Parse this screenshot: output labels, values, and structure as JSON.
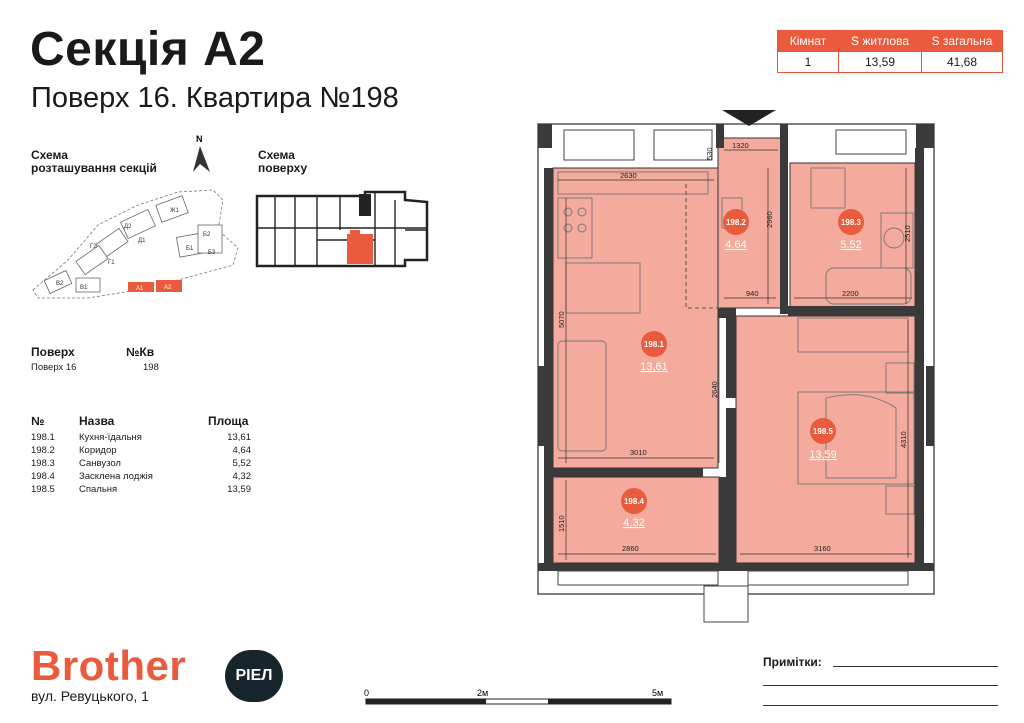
{
  "header": {
    "title": "Секція А2",
    "subtitle": "Поверх 16. Квартира №198"
  },
  "summary": {
    "headers": [
      "Кімнат",
      "S житлова",
      "S загальна"
    ],
    "values": [
      "1",
      "13,59",
      "41,68"
    ]
  },
  "schemes": {
    "sections_label_line1": "Схема",
    "sections_label_line2": "розташування секцій",
    "floor_label_line1": "Схема",
    "floor_label_line2": "поверху",
    "north": "N",
    "section_tags": [
      "Ж1",
      "Д2",
      "Д1",
      "Г2",
      "Г1",
      "Б1",
      "Б2",
      "Б3",
      "В2",
      "В1",
      "А1",
      "А2"
    ]
  },
  "floor_info": {
    "floor_header": "Поверх",
    "apt_header": "№Кв",
    "floor_value": "Поверх 16",
    "apt_value": "198"
  },
  "rooms_table": {
    "headers": [
      "№",
      "Назва",
      "Площа"
    ],
    "rows": [
      {
        "no": "198.1",
        "name": "Кухня-їдальня",
        "area": "13,61"
      },
      {
        "no": "198.2",
        "name": "Коридор",
        "area": "4,64"
      },
      {
        "no": "198.3",
        "name": "Санвузол",
        "area": "5,52"
      },
      {
        "no": "198.4",
        "name": "Засклена лоджія",
        "area": "4,32"
      },
      {
        "no": "198.5",
        "name": "Спальня",
        "area": "13,59"
      }
    ]
  },
  "plan": {
    "rooms": [
      {
        "no": "198.1",
        "area": "13,61"
      },
      {
        "no": "198.2",
        "area": "4,64"
      },
      {
        "no": "198.3",
        "area": "5,52"
      },
      {
        "no": "198.4",
        "area": "4,32"
      },
      {
        "no": "198.5",
        "area": "13,59"
      }
    ],
    "dims": [
      "2630",
      "1320",
      "530",
      "2960",
      "2510",
      "940",
      "2200",
      "5070",
      "2640",
      "3010",
      "4310",
      "1510",
      "2860",
      "3160"
    ]
  },
  "brand": {
    "name": "Brother",
    "badge": "РІЕЛ",
    "address": "вул. Ревуцького, 1"
  },
  "scale": {
    "labels": [
      "0",
      "2м",
      "5м"
    ]
  },
  "notes": {
    "label": "Примітки:"
  },
  "colors": {
    "accent": "#ea5a3c",
    "room_fill": "#f4aa9c",
    "wall": "#3a3a3a",
    "dark_badge": "#15252b"
  }
}
